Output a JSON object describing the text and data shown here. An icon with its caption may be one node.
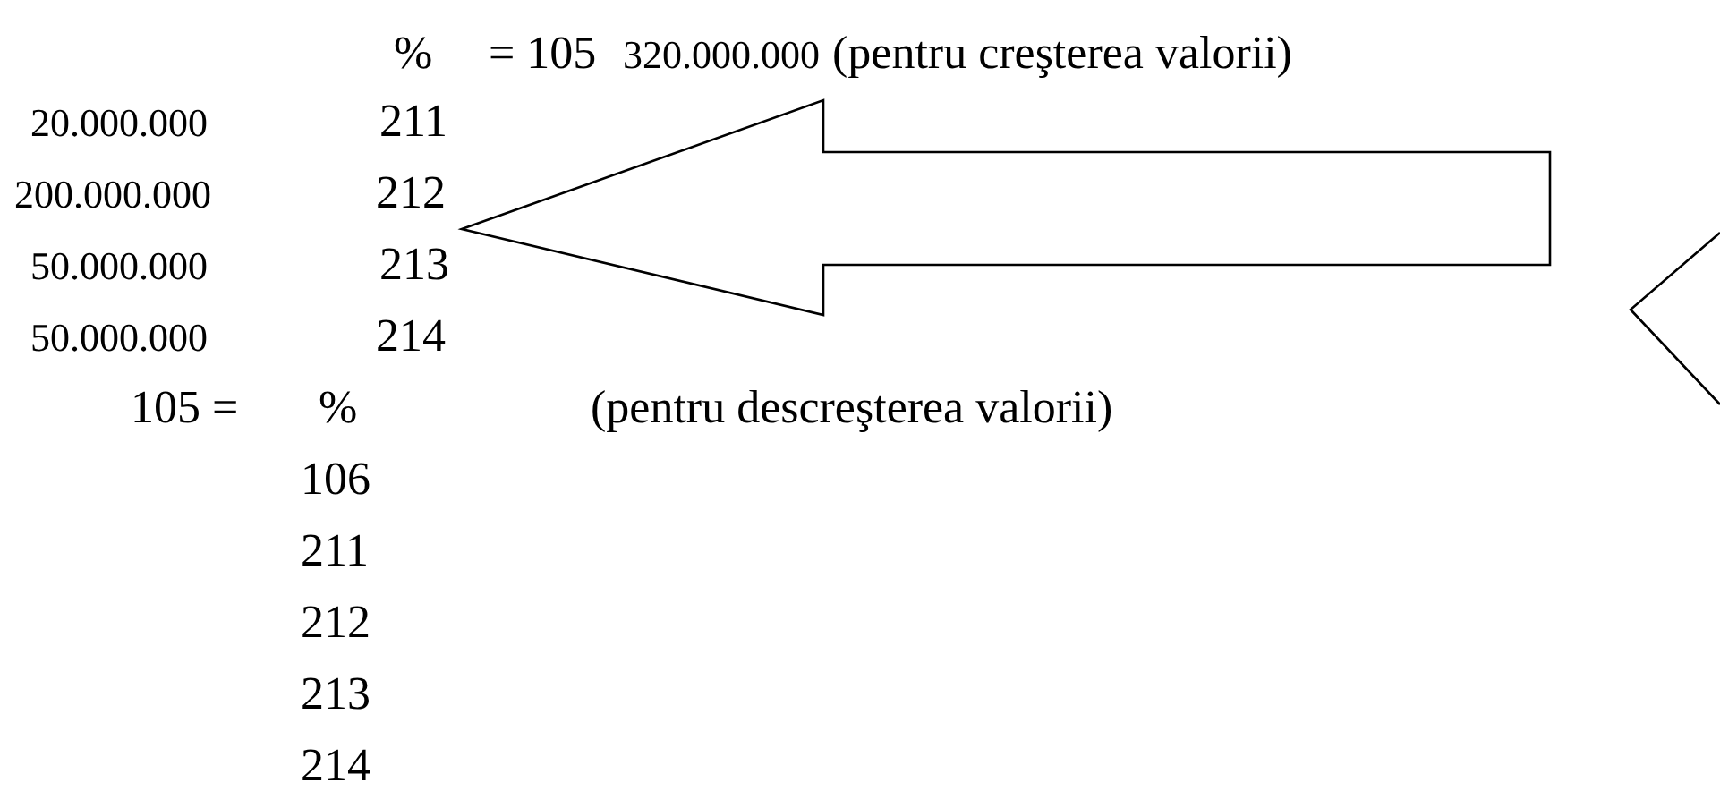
{
  "diagram": {
    "labels": [
      "%",
      "= 105",
      "320.000.000",
      "(pentru creşterea valorii)",
      "20.000.000",
      "211",
      "200.000.000",
      "212",
      "50.000.000",
      "213",
      "50.000.000",
      "214",
      "105 =",
      "%",
      "(pentru descreşterea valorii)",
      "106",
      "211",
      "212",
      "213",
      "214"
    ]
  }
}
